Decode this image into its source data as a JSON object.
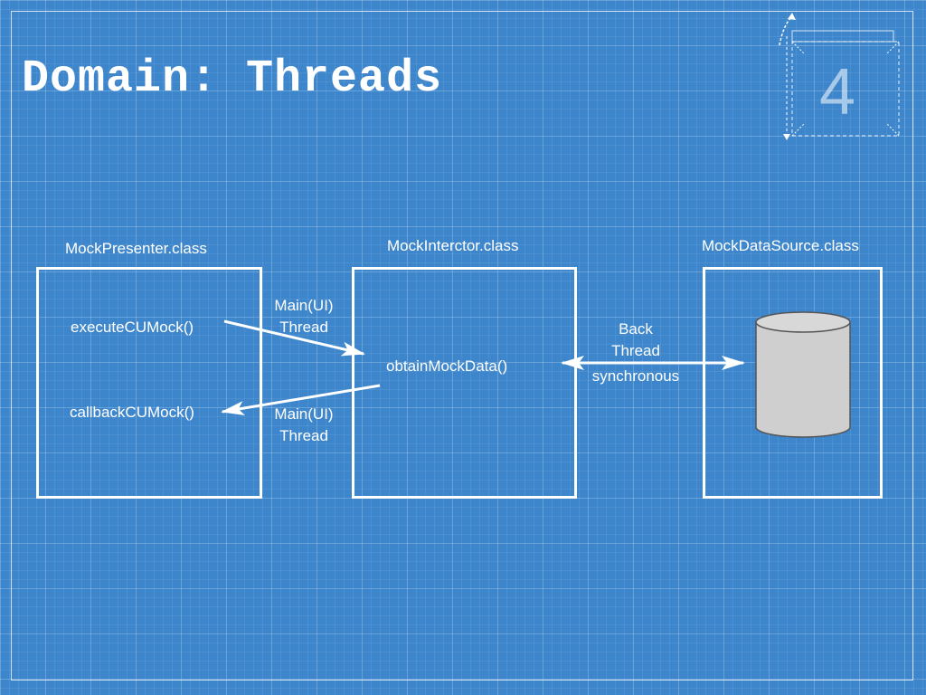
{
  "slide": {
    "title": "Domain: Threads",
    "number": "4"
  },
  "classes": {
    "presenter": "MockPresenter.class",
    "interactor": "MockInterctor.class",
    "datasource": "MockDataSource.class"
  },
  "methods": {
    "execute": "executeCUMock()",
    "callback": "callbackCUMock()",
    "obtain": "obtainMockData()"
  },
  "connectors": {
    "call_label": [
      "Main(UI)",
      "Thread"
    ],
    "return_label": [
      "Main(UI)",
      "Thread"
    ],
    "sync_label": [
      "Back",
      "Thread"
    ],
    "sync_mode": "synchronous"
  },
  "colors": {
    "background": "#3d86cc",
    "line": "#ffffff",
    "database_fill": "#cfcfcf"
  }
}
